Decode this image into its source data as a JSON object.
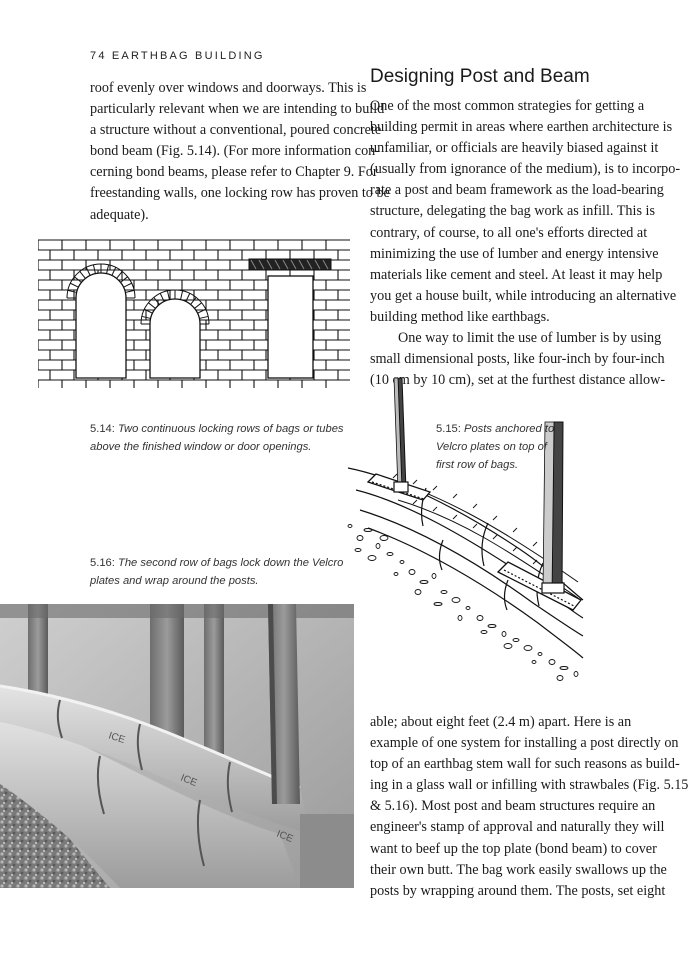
{
  "running_head": "74 EARTHBAG BUILDING",
  "heading": "Designing Post and Beam",
  "col1_lines": [
    "roof evenly over windows and doorways.  This is",
    "particularly relevant when we are intending to build",
    "a structure without a conventional, poured concrete",
    "bond beam (Fig. 5.14). (For more information con-",
    "cerning bond beams, please refer to Chapter 9. For",
    "freestanding walls, one locking row has proven to be",
    "adequate)."
  ],
  "col2_lines": [
    "One of the most common strategies for getting a",
    "building permit in areas where earthen architecture is",
    "unfamiliar, or officials are heavily biased against it",
    "(usually from ignorance of the medium), is to incorpo-",
    "rate a post and beam framework as the load-bearing",
    "structure, delegating the bag work as infill.  This is",
    "contrary, of course, to all one's efforts directed at",
    "minimizing the use of lumber and energy intensive",
    "materials like cement and steel.  At least it may help",
    "you get a house built, while introducing an alternative",
    "building method like earthbags."
  ],
  "col2_para2_lines": [
    "One way to limit the use of lumber is by using",
    "small dimensional posts, like four-inch by four-inch",
    "(10 cm by 10 cm), set at the furthest distance allow-"
  ],
  "bottom_lines": [
    "able; about eight feet (2.4 m) apart. Here is an",
    "example of one system for installing a post directly on",
    "top of an earthbag stem wall for such reasons as build-",
    "ing in a glass wall or infilling with strawbales (Fig. 5.15",
    "& 5.16). Most post and beam structures require an",
    "engineer's stamp of approval and naturally they will",
    "want to beef up the top plate (bond beam) to cover",
    "their own butt.  The bag work easily swallows up the",
    "posts by wrapping around them.  The posts, set eight"
  ],
  "captions": {
    "fig514": {
      "num": "5.14:",
      "lines": [
        "Two continuous locking rows of bags or tubes",
        "above the finished window or door openings."
      ]
    },
    "fig515": {
      "num": "5.15:",
      "lines": [
        "Posts anchored to",
        "Velcro plates on top of",
        "first row of bags."
      ]
    },
    "fig516": {
      "num": "5.16:",
      "lines": [
        "The second row of bags lock down the Velcro",
        "plates and wrap around the posts."
      ]
    }
  },
  "photo_bag_text": "ICE",
  "colors": {
    "text": "#1a1a1a",
    "caption": "#333333",
    "ink": "#111111"
  }
}
